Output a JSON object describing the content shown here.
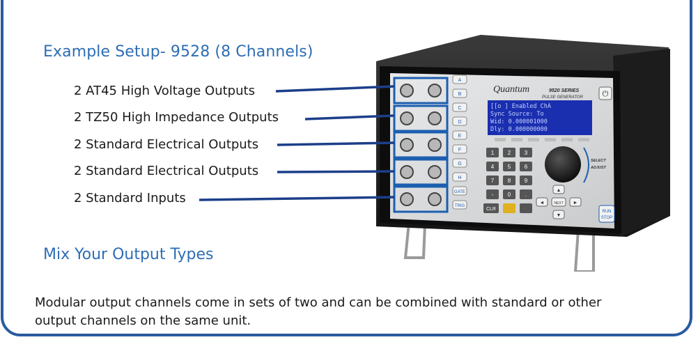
{
  "title": "Example Setup- 9528 (8 Channels)",
  "outputs": [
    "2 AT45 High Voltage Outputs",
    "2 TZ50 High Impedance Outputs",
    "2 Standard Electrical Outputs",
    "2 Standard Electrical Outputs",
    "2 Standard Inputs"
  ],
  "subtitle": "Mix Your Output Types",
  "description": "Modular output channels come in sets of two and can be combined with standard or other output channels on the same unit.",
  "device": {
    "brand": "Quantum",
    "series": "9520 SERIES",
    "model_label": "PULSE GENERATOR",
    "display_lines": [
      "[[o ] Enabled   ChA",
      "Sync  Source: To",
      "Wid:   0.000001000",
      "Dly:   0.000000000"
    ],
    "channel_buttons": [
      "A",
      "B",
      "C",
      "D",
      "E",
      "F",
      "G",
      "H",
      "GATE",
      "TRIG"
    ],
    "keypad": [
      "1",
      "2",
      "3",
      "4",
      "5",
      "6",
      "7",
      "8",
      "9",
      "-",
      "0",
      "."
    ],
    "clr_label": "CLR",
    "nav_up": "▲",
    "nav_down": "▼",
    "nav_left": "◄",
    "nav_right": "►",
    "nav_next": "NEXT",
    "knob_select": "SELECT",
    "knob_adjust": "ADJUST",
    "run_label": "RUN",
    "stop_label": "STOP",
    "power_icon": "⏻"
  },
  "colors": {
    "accent": "#2d6db5",
    "frame": "#2a5aa0",
    "line": "#1c3f8a",
    "display": "#1a2fb0"
  }
}
